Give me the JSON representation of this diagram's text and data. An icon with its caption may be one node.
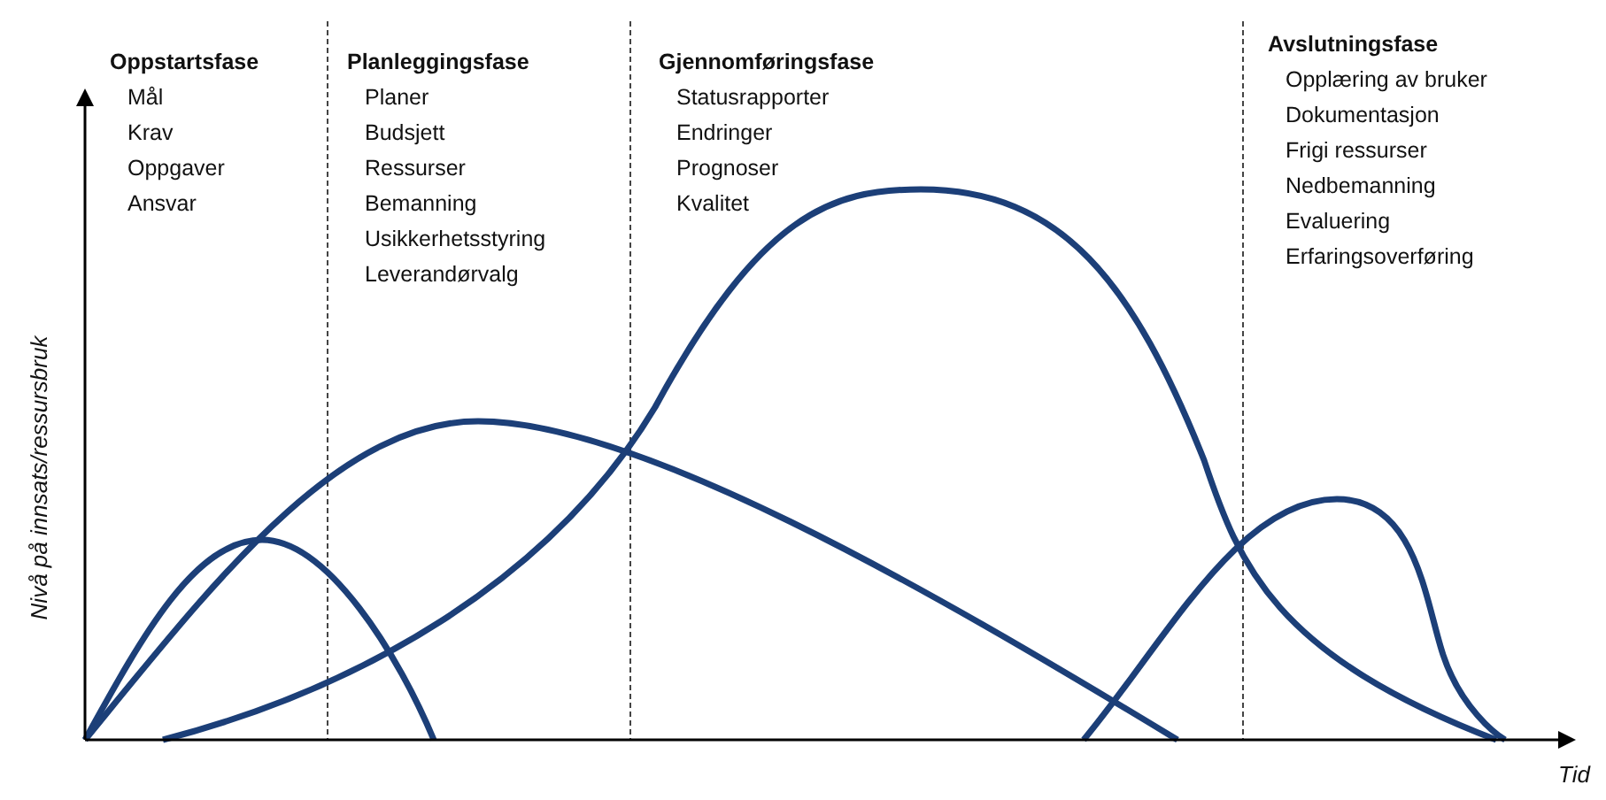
{
  "diagram": {
    "labels": [
      "Oppstartsfase",
      "Mål",
      "Krav",
      "Oppgaver",
      "Ansvar",
      "Planleggingsfase",
      "Planer",
      "Budsjett",
      "Ressurser",
      "Bemanning",
      "Usikkerhetsstyring",
      "Leverandørvalg",
      "Gjennomføringsfase",
      "Statusrapporter",
      "Endringer",
      "Prognoser",
      "Kvalitet",
      "Avslutningsfase",
      "Opplæring av bruker",
      "Dokumentasjon",
      "Frigi ressurser",
      "Nedbemanning",
      "Evaluering",
      "Erfaringsoverføring",
      "Nivå på innsats/ressursbruk",
      "Tid"
    ]
  }
}
